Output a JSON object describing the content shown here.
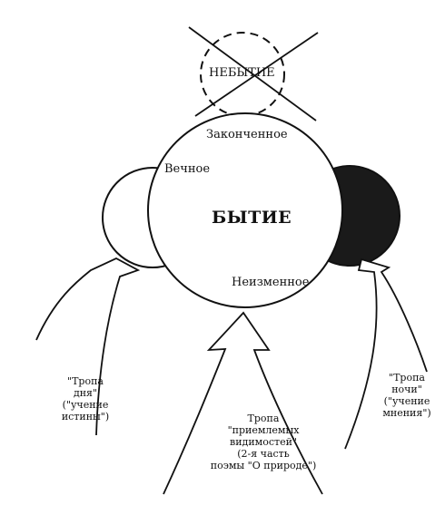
{
  "crossed_out": {
    "label": "НЕБЫТИЕ"
  },
  "center": {
    "title": "БЫТИЕ",
    "attributes": [
      "Законченное",
      "Вечное",
      "Неизменное"
    ]
  },
  "paths": {
    "day": {
      "lines": [
        "\"Тропа",
        "дня\"",
        "(\"учение",
        "истины\")"
      ]
    },
    "night": {
      "lines": [
        "\"Тропа",
        "ночи\"",
        "(\"учение",
        "мнения\")"
      ]
    },
    "appearances": {
      "lines": [
        "Тропа",
        "\"приемлемых",
        "видимостей\"",
        "(2-я часть",
        "поэмы \"О природе\")"
      ]
    }
  },
  "colors": {
    "ink": "#111111",
    "paper": "#ffffff",
    "dark_fill": "#1a1a1a"
  }
}
